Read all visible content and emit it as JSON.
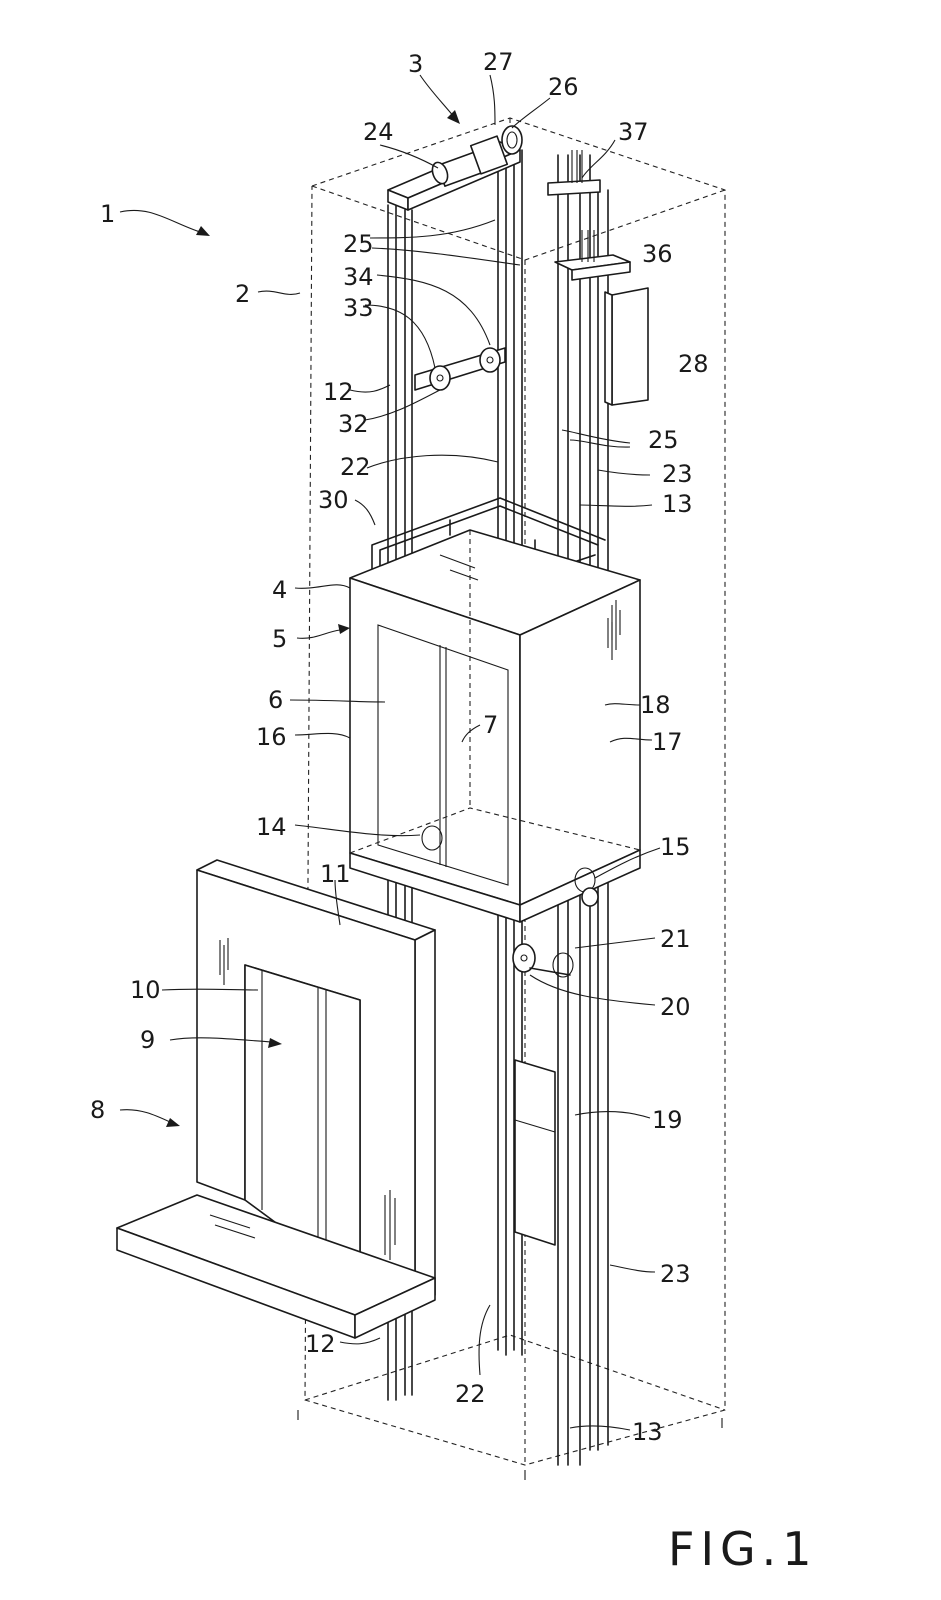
{
  "figure_label": "FIG.1",
  "reference_numerals": {
    "elevator_system": "1",
    "hoistway": "2",
    "hoisting_machine": "3",
    "car_4": "4",
    "car_5": "5",
    "car_door_6": "6",
    "car_door_7": "7",
    "landing": "8",
    "landing_entrance": "9",
    "landing_door_10": "10",
    "landing_door_11": "11",
    "car_rail": "12",
    "rail_13": "13",
    "car_sheave_14": "14",
    "car_sheave_15": "15",
    "car_side_16": "16",
    "car_side_17": "17",
    "car_side_18": "18",
    "counterweight": "19",
    "counterweight_sheave": "20",
    "sheave_21": "21",
    "rail_22": "22",
    "rail_23": "23",
    "motor": "24",
    "ropes": "25",
    "drive_sheave": "26",
    "sheave_27": "27",
    "control_panel": "28",
    "handrail": "30",
    "pulley_32": "32",
    "pulley_33": "33",
    "pulley_34": "34",
    "hitch_36": "36",
    "hitch_37": "37"
  }
}
